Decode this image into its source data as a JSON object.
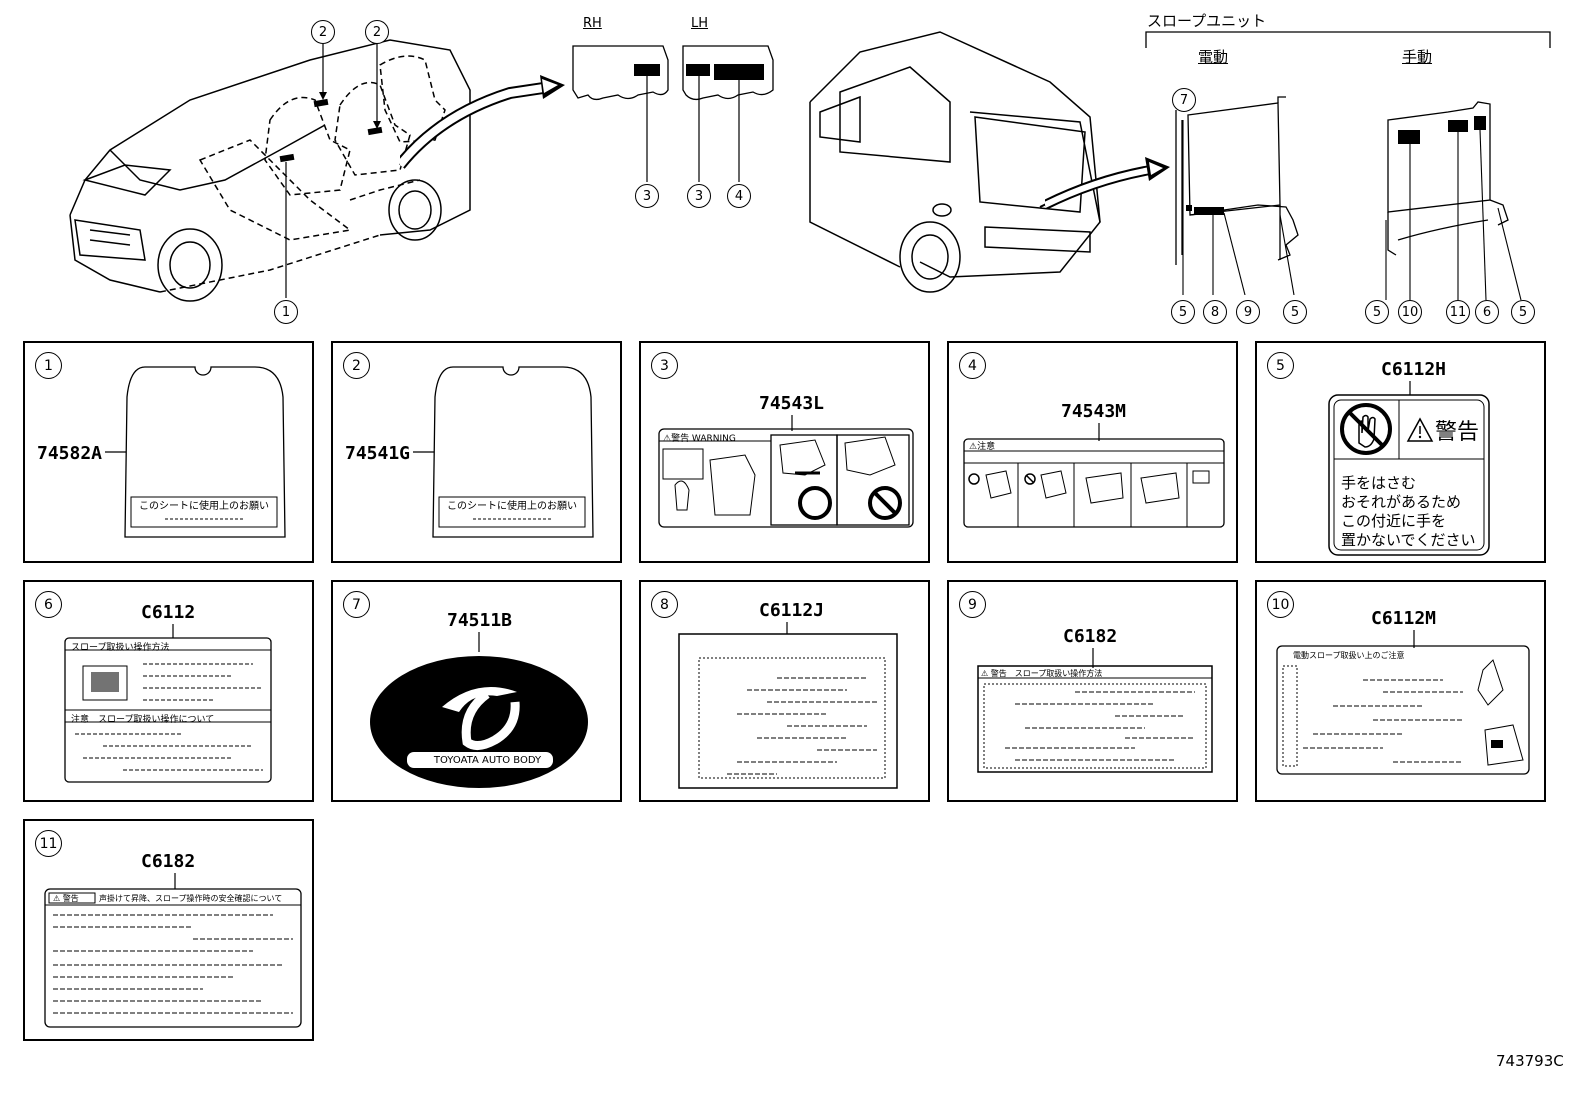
{
  "header": {
    "rh_label": "RH",
    "lh_label": "LH",
    "slope_unit_label": "スロープユニット",
    "electric_label": "電動",
    "manual_label": "手動",
    "callouts_vehicle": [
      "2",
      "2",
      "1"
    ],
    "callouts_rh": [
      "3"
    ],
    "callouts_lh": [
      "3",
      "4"
    ],
    "callout_electric_top": "7",
    "callouts_electric_bottom": [
      "5",
      "8",
      "9",
      "5"
    ],
    "callouts_manual_bottom": [
      "5",
      "10",
      "11",
      "6",
      "5"
    ]
  },
  "panels": [
    {
      "num": "1",
      "code": "74582A",
      "label_text": "このシートに使用上のお願い"
    },
    {
      "num": "2",
      "code": "74541G",
      "label_text": "このシートに使用上のお願い"
    },
    {
      "num": "3",
      "code": "74543L",
      "warning_text": "⚠警告 WARNING"
    },
    {
      "num": "4",
      "code": "74543M",
      "warning_text": "⚠注意"
    },
    {
      "num": "5",
      "code": "C6112H",
      "warning_title": "警告",
      "warning_lines": [
        "手をはさむ",
        "おそれがあるため",
        "この付近に手を",
        "置かないでください"
      ]
    },
    {
      "num": "6",
      "code": "C6112",
      "section1": "スロープ取扱い操作方法",
      "section2": "注意　スロープ取扱い操作について"
    },
    {
      "num": "7",
      "code": "74511B",
      "emblem_text": "TOYOATA AUTO BODY"
    },
    {
      "num": "8",
      "code": "C6112J"
    },
    {
      "num": "9",
      "code": "C6182",
      "warning_text": "⚠ 警告　スロープ取扱い操作方法"
    },
    {
      "num": "10",
      "code": "C6112M",
      "header_text": "電動スロープ取扱い上のご注意"
    },
    {
      "num": "11",
      "code": "C6182",
      "header_tag": "⚠ 警告",
      "header_text": "声掛けて昇降、スロープ操作時の安全確認について"
    }
  ],
  "footer": {
    "diagram_id": "743793C"
  }
}
